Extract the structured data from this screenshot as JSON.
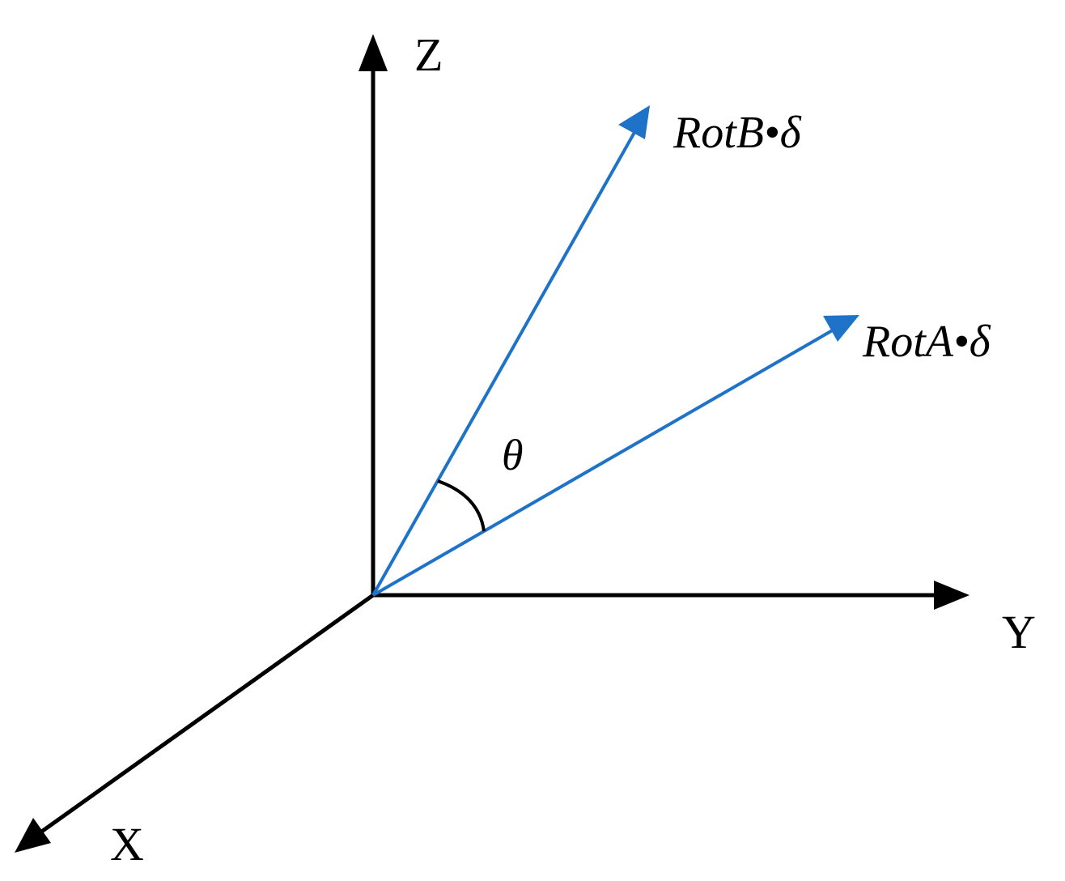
{
  "colors": {
    "axis": "#000000",
    "vector": "#1E73C8"
  },
  "axes": {
    "z_label": "Z",
    "y_label": "Y",
    "x_label": "X"
  },
  "vectors": {
    "rot_b_label": "RotB•δ",
    "rot_a_label": "RotA•δ"
  },
  "angle": {
    "label": "θ"
  }
}
